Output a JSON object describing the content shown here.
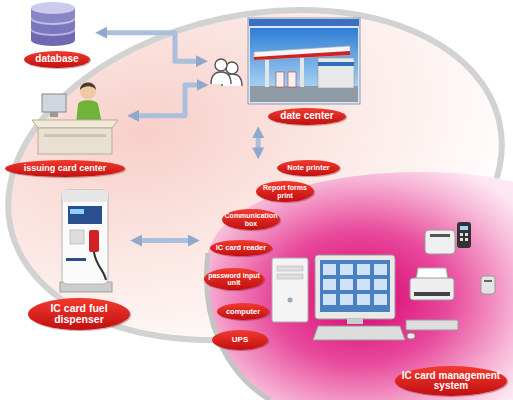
{
  "diagram": {
    "nodes": [
      {
        "text": [
          "database"
        ]
      },
      {
        "text": [
          "date center"
        ]
      },
      {
        "text": [
          "issuing card center"
        ]
      },
      {
        "text": [
          "IC card fuel dispenser"
        ]
      },
      {
        "text": [
          "IC card management system"
        ]
      },
      {
        "text": [
          "Note printer"
        ],
        "in": 4
      },
      {
        "text": [
          "Report forms print"
        ],
        "in": 4
      },
      {
        "text": [
          "Communication box"
        ],
        "in": 4
      },
      {
        "text": [
          "IC card reader"
        ],
        "in": 4
      },
      {
        "text": [
          "password input unit"
        ],
        "in": 4
      },
      {
        "text": [
          "computer"
        ],
        "in": 4
      },
      {
        "text": [
          "UPS"
        ],
        "in": 4
      }
    ],
    "edges": [
      {
        "from": 0,
        "to": 1,
        "arrow": "both"
      },
      {
        "from": 2,
        "to": 1,
        "arrow": "both"
      },
      {
        "from": 1,
        "to": 4,
        "arrow": "both"
      },
      {
        "from": 3,
        "to": 4,
        "arrow": "both"
      }
    ]
  }
}
